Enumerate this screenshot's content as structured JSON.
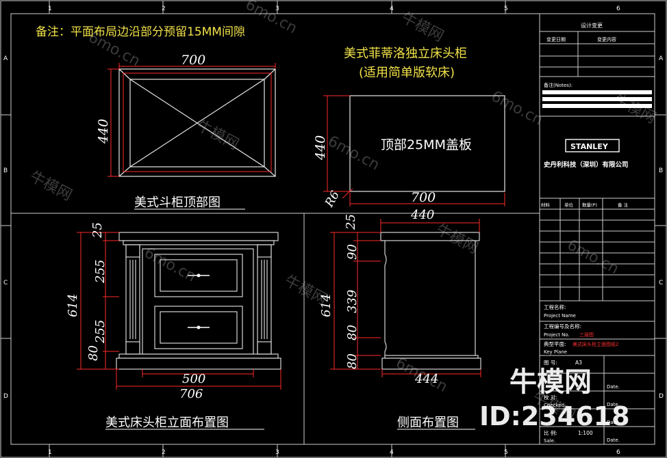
{
  "note": "备注：平面布局边沿部分预留15MM间隙",
  "title_block": {
    "design_change": "设计变更",
    "change_date": "变更日期",
    "change_content": "变更内容",
    "remarks": "备注(Notes):",
    "logo": "STANLEY",
    "company": "史丹利科技（深圳）有限公司",
    "col_material": "材料",
    "col_unit": "单位",
    "col_qty": "数量(P)",
    "col_remark": "备 注",
    "project_name_cn": "工程名称:",
    "project_name_en": "Project Name",
    "project_no_cn": "工程编号及名称:",
    "project_no_en": "Project No.",
    "project_no_val": "三层图",
    "key_plane_cn": "典型平面:",
    "key_plane_en": "Key Plane",
    "key_plane_val": "美式床头柜立面图纸2",
    "drawing_no": "图 号:",
    "drawing_no_val": "A3",
    "checked_cn": "校 对:",
    "checked_en": "Checked.",
    "date_en": "Date.",
    "scale_cn": "比 例:",
    "scale_val": "1:100",
    "scale_en": "Sale."
  },
  "grid_labels": {
    "top": [
      "1",
      "2",
      "3",
      "4",
      "5",
      "6"
    ],
    "left": [
      "A",
      "B",
      "C",
      "D"
    ]
  },
  "views": {
    "top_plan": {
      "caption": "美式斗柜顶部图",
      "width": "700",
      "depth": "440"
    },
    "top_board": {
      "heading1": "美式菲蒂洛独立床头柜",
      "heading2": "(适用简单版软床)",
      "label": "顶部25MM盖板",
      "width": "700",
      "depth": "440",
      "radius": "R6"
    },
    "front": {
      "caption": "美式床头柜立面布置图",
      "d_top": "25",
      "d_drawer1": "255",
      "d_drawer2": "255",
      "d_base": "80",
      "d_total": "614",
      "w_inner": "500",
      "w_total": "706"
    },
    "side": {
      "caption": "侧面布置图",
      "w_top": "440",
      "w_bottom": "444",
      "d_top": "25",
      "d_90": "90",
      "d_339": "339",
      "d_80a": "80",
      "d_80b": "80",
      "d_total": "614"
    }
  },
  "watermark": {
    "site": "6mo.cn",
    "brand": "牛模网",
    "id": "ID:234618"
  }
}
